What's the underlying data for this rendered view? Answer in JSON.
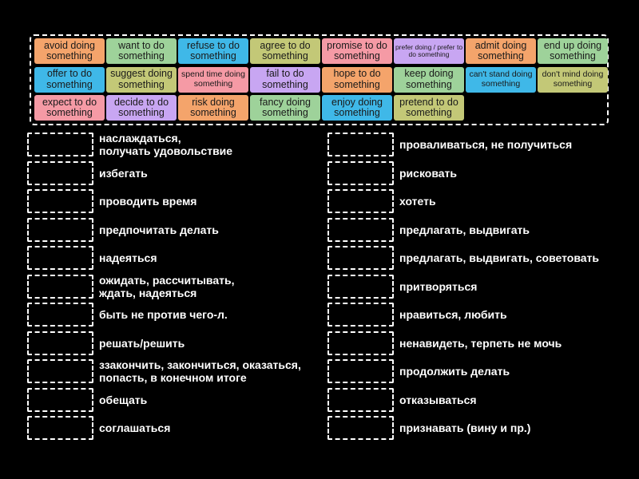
{
  "tiles": [
    {
      "text": "avoid doing something",
      "color": "#f4a46b"
    },
    {
      "text": "want to do something",
      "color": "#9ed29a"
    },
    {
      "text": "refuse to do something",
      "color": "#3fb8e8"
    },
    {
      "text": "agree to do something",
      "color": "#c3c877"
    },
    {
      "text": "promise to do something",
      "color": "#f59aa5"
    },
    {
      "text": "prefer doing / prefer to do something",
      "color": "#c8a6f2"
    },
    {
      "text": "admit doing something",
      "color": "#f4a46b"
    },
    {
      "text": "end up doing something",
      "color": "#9ed29a"
    },
    {
      "text": "offer to do something",
      "color": "#3fb8e8"
    },
    {
      "text": "suggest doing something",
      "color": "#c3c877"
    },
    {
      "text": "spend time doing something",
      "color": "#f59aa5"
    },
    {
      "text": "fail to do something",
      "color": "#c8a6f2"
    },
    {
      "text": "hope to do something",
      "color": "#f4a46b"
    },
    {
      "text": "keep doing something",
      "color": "#9ed29a"
    },
    {
      "text": "can't stand doing something",
      "color": "#3fb8e8"
    },
    {
      "text": "don't mind doing something",
      "color": "#c3c877"
    },
    {
      "text": "expect to do something",
      "color": "#f59aa5"
    },
    {
      "text": "decide to do something",
      "color": "#c8a6f2"
    },
    {
      "text": "risk doing something",
      "color": "#f4a46b"
    },
    {
      "text": "fancy doing something",
      "color": "#9ed29a"
    },
    {
      "text": "enjoy doing something",
      "color": "#3fb8e8"
    },
    {
      "text": "pretend to do something",
      "color": "#c3c877"
    }
  ],
  "left_items": [
    "наслаждаться,\nполучать удовольствие",
    "избегать",
    "проводить время",
    "предпочитать делать",
    "надеяться",
    "ожидать, рассчитывать,\nждать, надеяться",
    "быть не против чего-л.",
    "решать/решить",
    "зззакончить, закончиться, оказаться,\nпопасть, в конечном итоге",
    "обещать",
    "соглашаться"
  ],
  "right_items": [
    "проваливаться, не получиться",
    "рисковать",
    "хотеть",
    "предлагать, выдвигать",
    "предлагать, выдвигать, советовать",
    "притворяться",
    "нравиться, любить",
    "ненавидеть, терпеть не мочь",
    "продолжить делать",
    "отказываться",
    "признавать (вину и пр.)"
  ]
}
